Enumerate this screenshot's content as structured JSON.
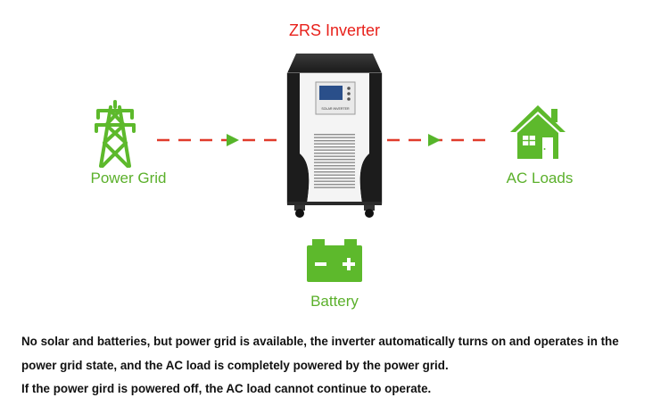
{
  "title": "ZRS Inverter",
  "inverter_panel_label": "SOLAR INVERTER",
  "labels": {
    "power_grid": "Power Grid",
    "ac_loads": "AC Loads",
    "battery": "Battery"
  },
  "caption": [
    "No solar and batteries, but power grid is available, the inverter automatically turns on and operates in the power grid state, and the AC load is completely powered by the power grid.",
    "If the power gird is powered off, the AC load cannot continue to operate."
  ],
  "colors": {
    "title": "#e8211b",
    "label": "#5bb02b",
    "icon": "#5db92c",
    "arrow": "#e03b2b",
    "arrowhead": "#56b52a"
  },
  "icons": [
    "transmission-tower-icon",
    "house-icon",
    "battery-icon"
  ]
}
